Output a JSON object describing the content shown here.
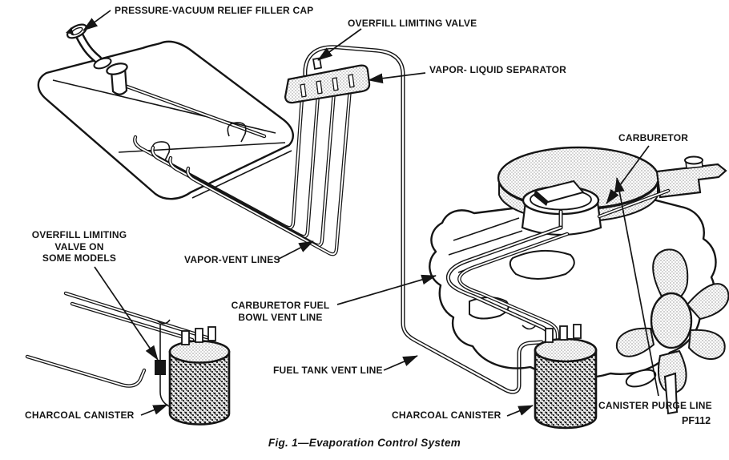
{
  "figure": {
    "caption": "Fig. 1—Evaporation Control System",
    "code": "PF112"
  },
  "labels": {
    "filler_cap": "PRESSURE-VACUUM RELIEF FILLER CAP",
    "overfill_valve": "OVERFILL LIMITING VALVE",
    "separator": "VAPOR- LIQUID SEPARATOR",
    "carburetor": "CARBURETOR",
    "overfill_some_line1": "OVERFILL LIMITING",
    "overfill_some_line2": "VALVE ON",
    "overfill_some_line3": "SOME MODELS",
    "vapor_vent": "VAPOR-VENT LINES",
    "carb_bowl_line1": "CARBURETOR FUEL",
    "carb_bowl_line2": "BOWL VENT LINE",
    "fuel_tank_vent": "FUEL TANK VENT LINE",
    "charcoal_left": "CHARCOAL CANISTER",
    "charcoal_right": "CHARCOAL CANISTER",
    "purge": "CANISTER PURGE LINE"
  },
  "colors": {
    "ink": "#151515",
    "paper": "#ffffff"
  }
}
